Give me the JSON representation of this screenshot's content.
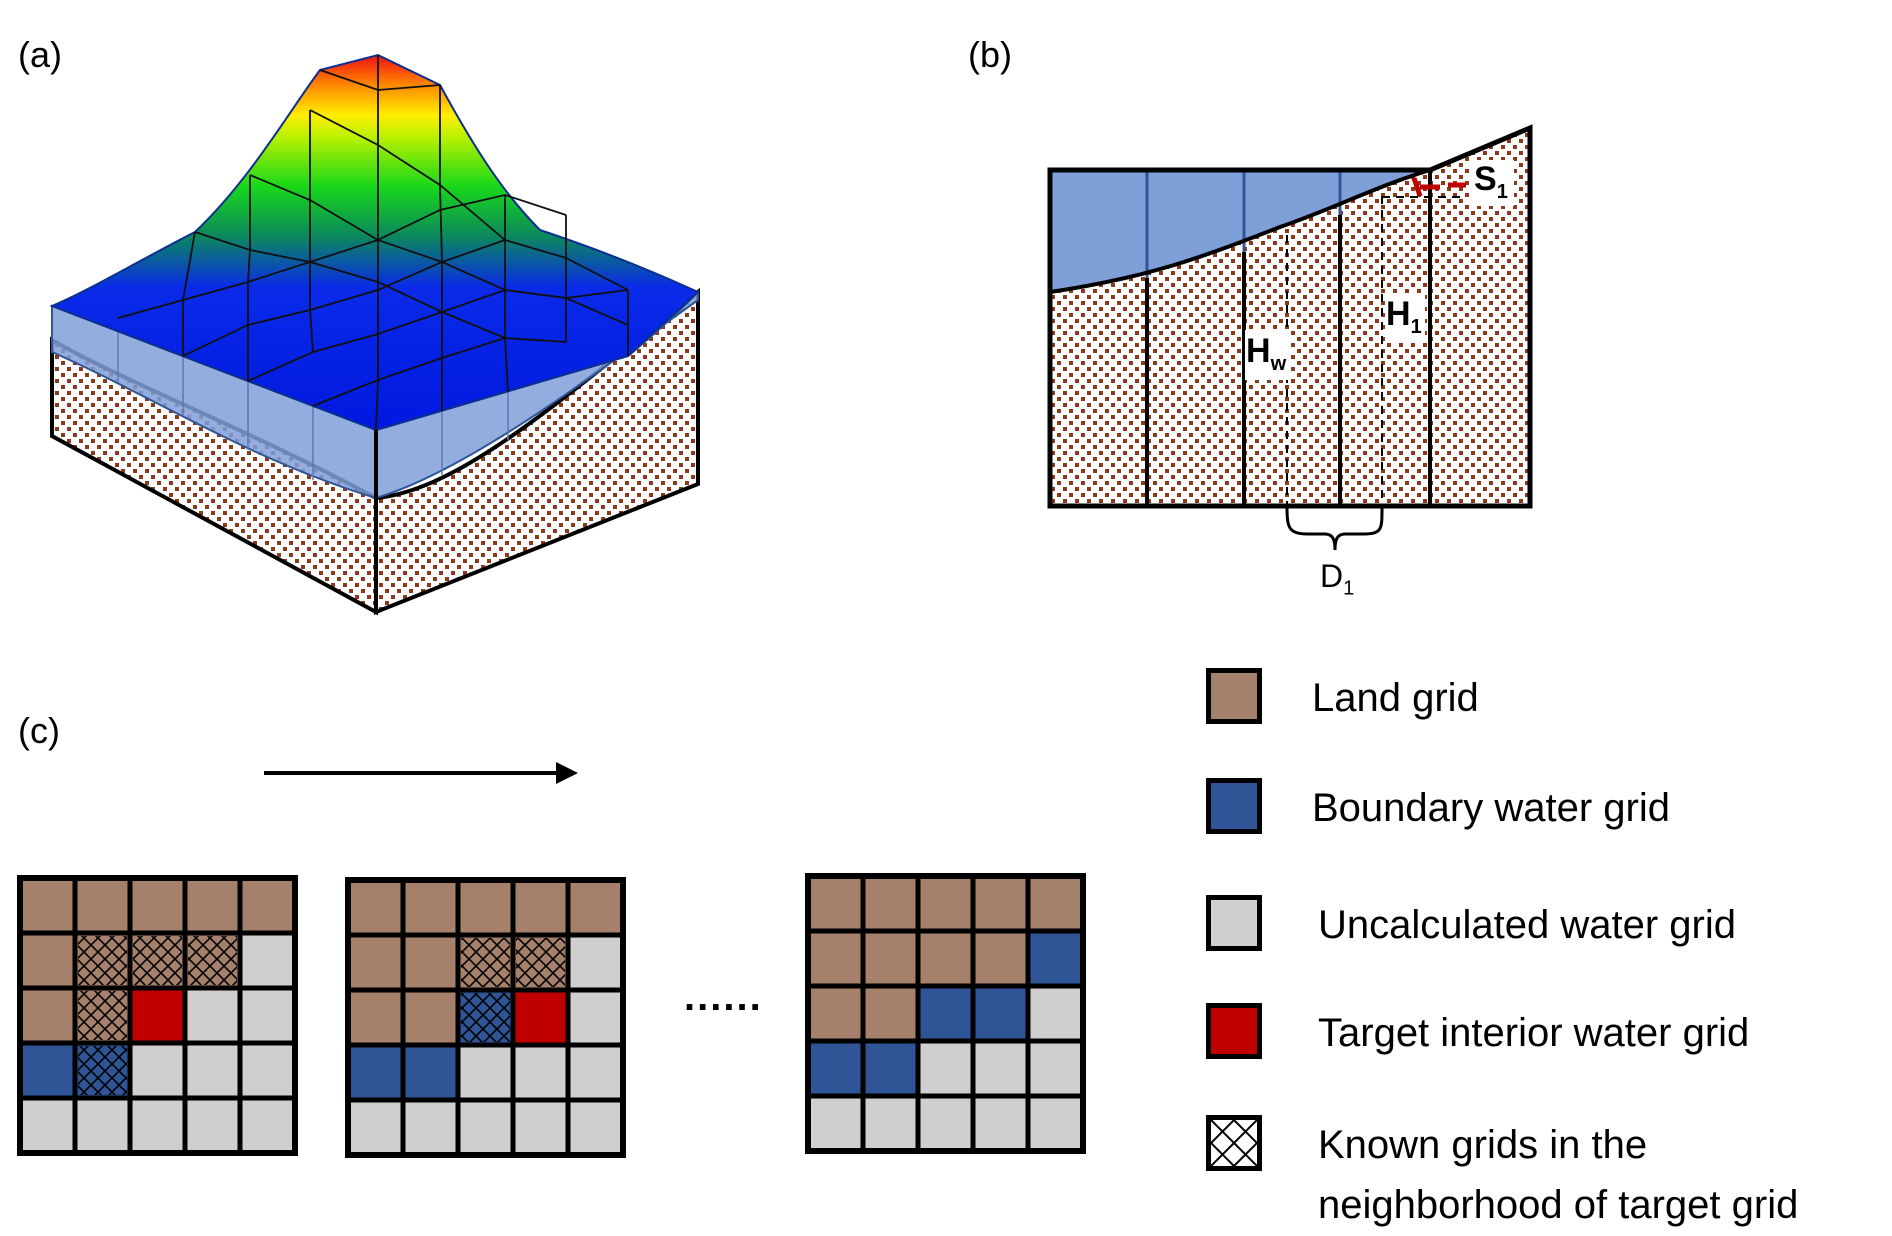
{
  "panels": {
    "a": {
      "label": "(a)",
      "description": "3D terrain surface with water layer over porous soil block"
    },
    "b": {
      "label": "(b)",
      "symbols": {
        "s1": "S",
        "s1_sub": "1",
        "h1": "H",
        "h1_sub": "1",
        "hw": "H",
        "hw_sub": "w",
        "d1": "D",
        "d1_sub": "1"
      }
    },
    "c": {
      "label": "(c)",
      "ellipsis": "......",
      "grids": [
        {
          "name": "step-1",
          "cells": [
            [
              "L",
              "L",
              "L",
              "L",
              "L"
            ],
            [
              "L",
              "LK",
              "LK",
              "LK",
              "U"
            ],
            [
              "L",
              "LK",
              "T",
              "U",
              "U"
            ],
            [
              "B",
              "BK",
              "U",
              "U",
              "U"
            ],
            [
              "U",
              "U",
              "U",
              "U",
              "U"
            ]
          ]
        },
        {
          "name": "step-2",
          "cells": [
            [
              "L",
              "L",
              "L",
              "L",
              "L"
            ],
            [
              "L",
              "L",
              "LK",
              "LK",
              "U"
            ],
            [
              "L",
              "L",
              "BK",
              "T",
              "U"
            ],
            [
              "B",
              "B",
              "U",
              "U",
              "U"
            ],
            [
              "U",
              "U",
              "U",
              "U",
              "U"
            ]
          ]
        },
        {
          "name": "step-final",
          "cells": [
            [
              "L",
              "L",
              "L",
              "L",
              "L"
            ],
            [
              "L",
              "L",
              "L",
              "L",
              "B"
            ],
            [
              "L",
              "L",
              "B",
              "B",
              "U"
            ],
            [
              "B",
              "B",
              "U",
              "U",
              "U"
            ],
            [
              "U",
              "U",
              "U",
              "U",
              "U"
            ]
          ]
        }
      ]
    }
  },
  "colors": {
    "land": "#a5806a",
    "boundary_water": "#2f5597",
    "uncalculated_water": "#d0cece",
    "target": "#c00000",
    "water_light": "#7f9fd8",
    "soil_dot": "#8b3a1a"
  },
  "legend": [
    {
      "key": "land",
      "label": "Land grid"
    },
    {
      "key": "boundary_water",
      "label": "Boundary water grid"
    },
    {
      "key": "uncalculated_water",
      "label": "Uncalculated water grid"
    },
    {
      "key": "target",
      "label": "Target interior water grid"
    },
    {
      "key": "known",
      "label": "Known grids in the\nneighborhood of target grid"
    }
  ]
}
